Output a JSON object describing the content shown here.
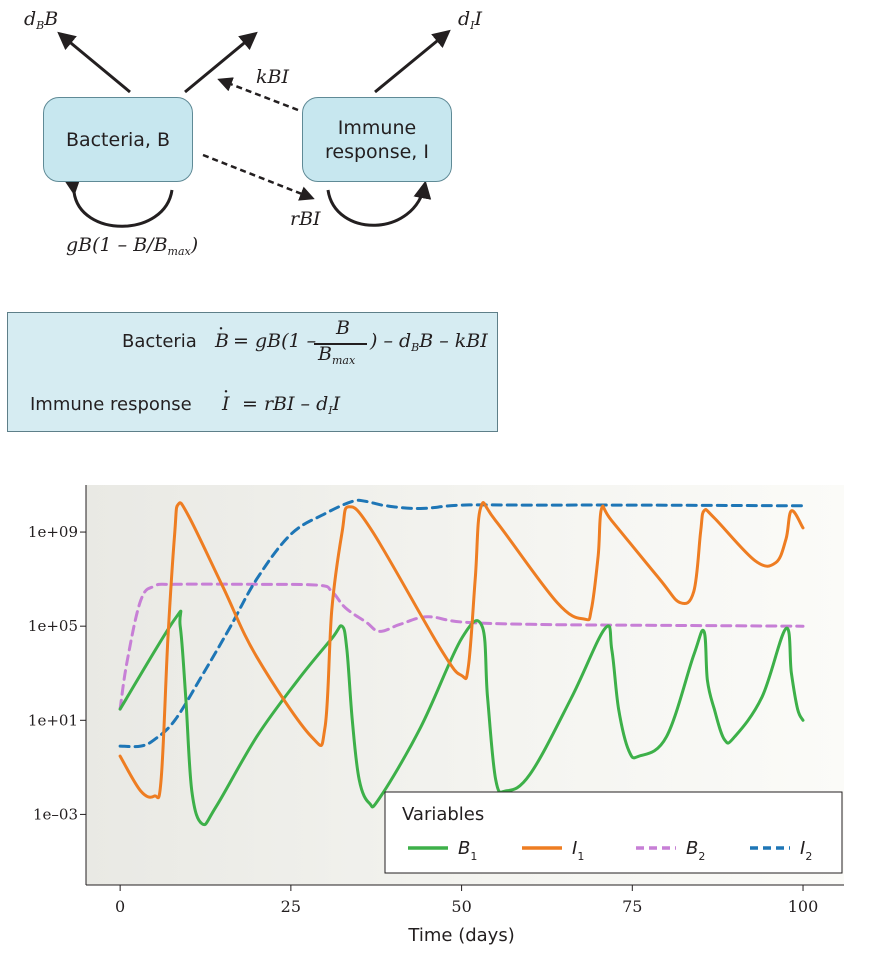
{
  "diagram": {
    "bacteria_box": "Bacteria, B",
    "immune_box_line1": "Immune",
    "immune_box_line2": "response, I",
    "label_dB": "d",
    "label_dB_sub": "B",
    "label_dB_tail": "B",
    "label_dI": "d",
    "label_dI_sub": "I",
    "label_dI_tail": "I",
    "label_kBI": "kBI",
    "label_rBI": "rBI",
    "label_growth": "gB(1 – B/B",
    "label_growth_sub": "max",
    "label_growth_tail": ")"
  },
  "equations": {
    "bacteria_name": "Bacteria",
    "bacteria_lhs": "B",
    "bacteria_rhs_a": "= gB(1 –",
    "bacteria_frac_num": "B",
    "bacteria_frac_den": "B",
    "bacteria_frac_den_sub": "max",
    "bacteria_rhs_b": ") – d",
    "bacteria_rhs_b_sub": "B",
    "bacteria_rhs_c": "B – kBI",
    "immune_name": "Immune response",
    "immune_lhs": "I",
    "immune_rhs_a": "= rBI – d",
    "immune_rhs_sub": "I",
    "immune_rhs_b": "I"
  },
  "chart_data": {
    "type": "line",
    "xlabel": "Time (days)",
    "ylabel": "",
    "y_scale": "log10",
    "xlim": [
      -5,
      106
    ],
    "ylim": [
      1e-06,
      100000000000.0
    ],
    "x_ticks": [
      0,
      25,
      50,
      75,
      100
    ],
    "y_ticks": [
      {
        "value": 0.001,
        "label": "1e–03"
      },
      {
        "value": 10,
        "label": "1e+01"
      },
      {
        "value": 100000,
        "label": "1e+05"
      },
      {
        "value": 1000000000,
        "label": "1e+09"
      }
    ],
    "grid": false,
    "legend": {
      "title": "Variables",
      "position": "bottom-right"
    },
    "series": [
      {
        "name": "B",
        "name_sub": "1",
        "color": "#3db049",
        "dash": "solid",
        "points": [
          [
            0,
            30
          ],
          [
            8,
            200000.0
          ],
          [
            8.8,
            100000.0
          ],
          [
            9.6,
            100
          ],
          [
            10.5,
            0.01
          ],
          [
            12,
            0.0004
          ],
          [
            14,
            0.002
          ],
          [
            20,
            2
          ],
          [
            26,
            500
          ],
          [
            31,
            30000.0
          ],
          [
            32.5,
            100000.0
          ],
          [
            33.2,
            10000.0
          ],
          [
            34,
            10
          ],
          [
            35,
            0.03
          ],
          [
            36.5,
            0.003
          ],
          [
            38,
            0.005
          ],
          [
            44,
            5
          ],
          [
            50,
            30000.0
          ],
          [
            53,
            100000.0
          ],
          [
            53.8,
            100
          ],
          [
            55,
            0.03
          ],
          [
            56.5,
            0.01
          ],
          [
            60,
            0.05
          ],
          [
            66,
            80
          ],
          [
            71,
            80000.0
          ],
          [
            72,
            10000.0
          ],
          [
            73,
            30
          ],
          [
            74.5,
            0.5
          ],
          [
            76,
            0.3
          ],
          [
            80,
            2
          ],
          [
            84,
            6000.0
          ],
          [
            85.5,
            60000.0
          ],
          [
            86,
            500
          ],
          [
            87,
            30
          ],
          [
            88.5,
            1.5
          ],
          [
            90,
            2
          ],
          [
            94,
            100
          ],
          [
            97.5,
            80000.0
          ],
          [
            98.3,
            1000.0
          ],
          [
            99.2,
            30
          ],
          [
            100,
            10
          ]
        ]
      },
      {
        "name": "I",
        "name_sub": "1",
        "color": "#ee7d22",
        "dash": "solid",
        "points": [
          [
            0,
            0.3
          ],
          [
            3,
            0.01
          ],
          [
            5,
            0.006
          ],
          [
            6,
            0.03
          ],
          [
            7,
            30000.0
          ],
          [
            8,
            1000000000.0
          ],
          [
            8.5,
            15000000000.0
          ],
          [
            10,
            5000000000.0
          ],
          [
            15,
            5000000.0
          ],
          [
            20,
            5000.0
          ],
          [
            28,
            2
          ],
          [
            30,
            5
          ],
          [
            31,
            500000.0
          ],
          [
            32.5,
            1000000000.0
          ],
          [
            33.5,
            12000000000.0
          ],
          [
            37,
            1000000000.0
          ],
          [
            47,
            10000.0
          ],
          [
            50,
            800
          ],
          [
            51,
            2000.0
          ],
          [
            52,
            10000000.0
          ],
          [
            52.8,
            11000000000.0
          ],
          [
            55,
            3000000000.0
          ],
          [
            64,
            1000000.0
          ],
          [
            68,
            200000.0
          ],
          [
            69,
            500000.0
          ],
          [
            70,
            100000000.0
          ],
          [
            70.5,
            10000000000.0
          ],
          [
            72,
            3000000000.0
          ],
          [
            79,
            10000000.0
          ],
          [
            82,
            1000000.0
          ],
          [
            84,
            3000000.0
          ],
          [
            85,
            1000000000.0
          ],
          [
            85.5,
            8000000000.0
          ],
          [
            87,
            4000000000.0
          ],
          [
            93,
            60000000.0
          ],
          [
            96,
            50000000.0
          ],
          [
            97.5,
            500000000.0
          ],
          [
            98.3,
            8000000000.0
          ],
          [
            100,
            1500000000.0
          ]
        ]
      },
      {
        "name": "B",
        "name_sub": "2",
        "color": "#c77fd6",
        "dash": "dashed",
        "points": [
          [
            0,
            30
          ],
          [
            1,
            3000.0
          ],
          [
            3,
            1200000.0
          ],
          [
            5,
            5000000.0
          ],
          [
            8,
            6000000.0
          ],
          [
            20,
            6000000.0
          ],
          [
            29,
            5500000.0
          ],
          [
            31,
            3000000.0
          ],
          [
            33,
            600000.0
          ],
          [
            36,
            150000.0
          ],
          [
            38,
            60000.0
          ],
          [
            41,
            120000.0
          ],
          [
            45,
            250000.0
          ],
          [
            50,
            150000.0
          ],
          [
            60,
            120000.0
          ],
          [
            75,
            110000.0
          ],
          [
            100,
            100000.0
          ]
        ]
      },
      {
        "name": "I",
        "name_sub": "2",
        "color": "#1e76b6",
        "dash": "dashed",
        "points": [
          [
            0,
            0.8
          ],
          [
            3,
            0.8
          ],
          [
            5,
            1.5
          ],
          [
            8,
            10
          ],
          [
            12,
            800
          ],
          [
            16,
            80000.0
          ],
          [
            20,
            10000000.0
          ],
          [
            25,
            800000000.0
          ],
          [
            30,
            6000000000.0
          ],
          [
            34,
            20000000000.0
          ],
          [
            36,
            20000000000.0
          ],
          [
            39,
            13000000000.0
          ],
          [
            44,
            10000000000.0
          ],
          [
            50,
            14000000000.0
          ],
          [
            60,
            14000000000.0
          ],
          [
            75,
            14000000000.0
          ],
          [
            100,
            13000000000.0
          ]
        ]
      }
    ]
  }
}
